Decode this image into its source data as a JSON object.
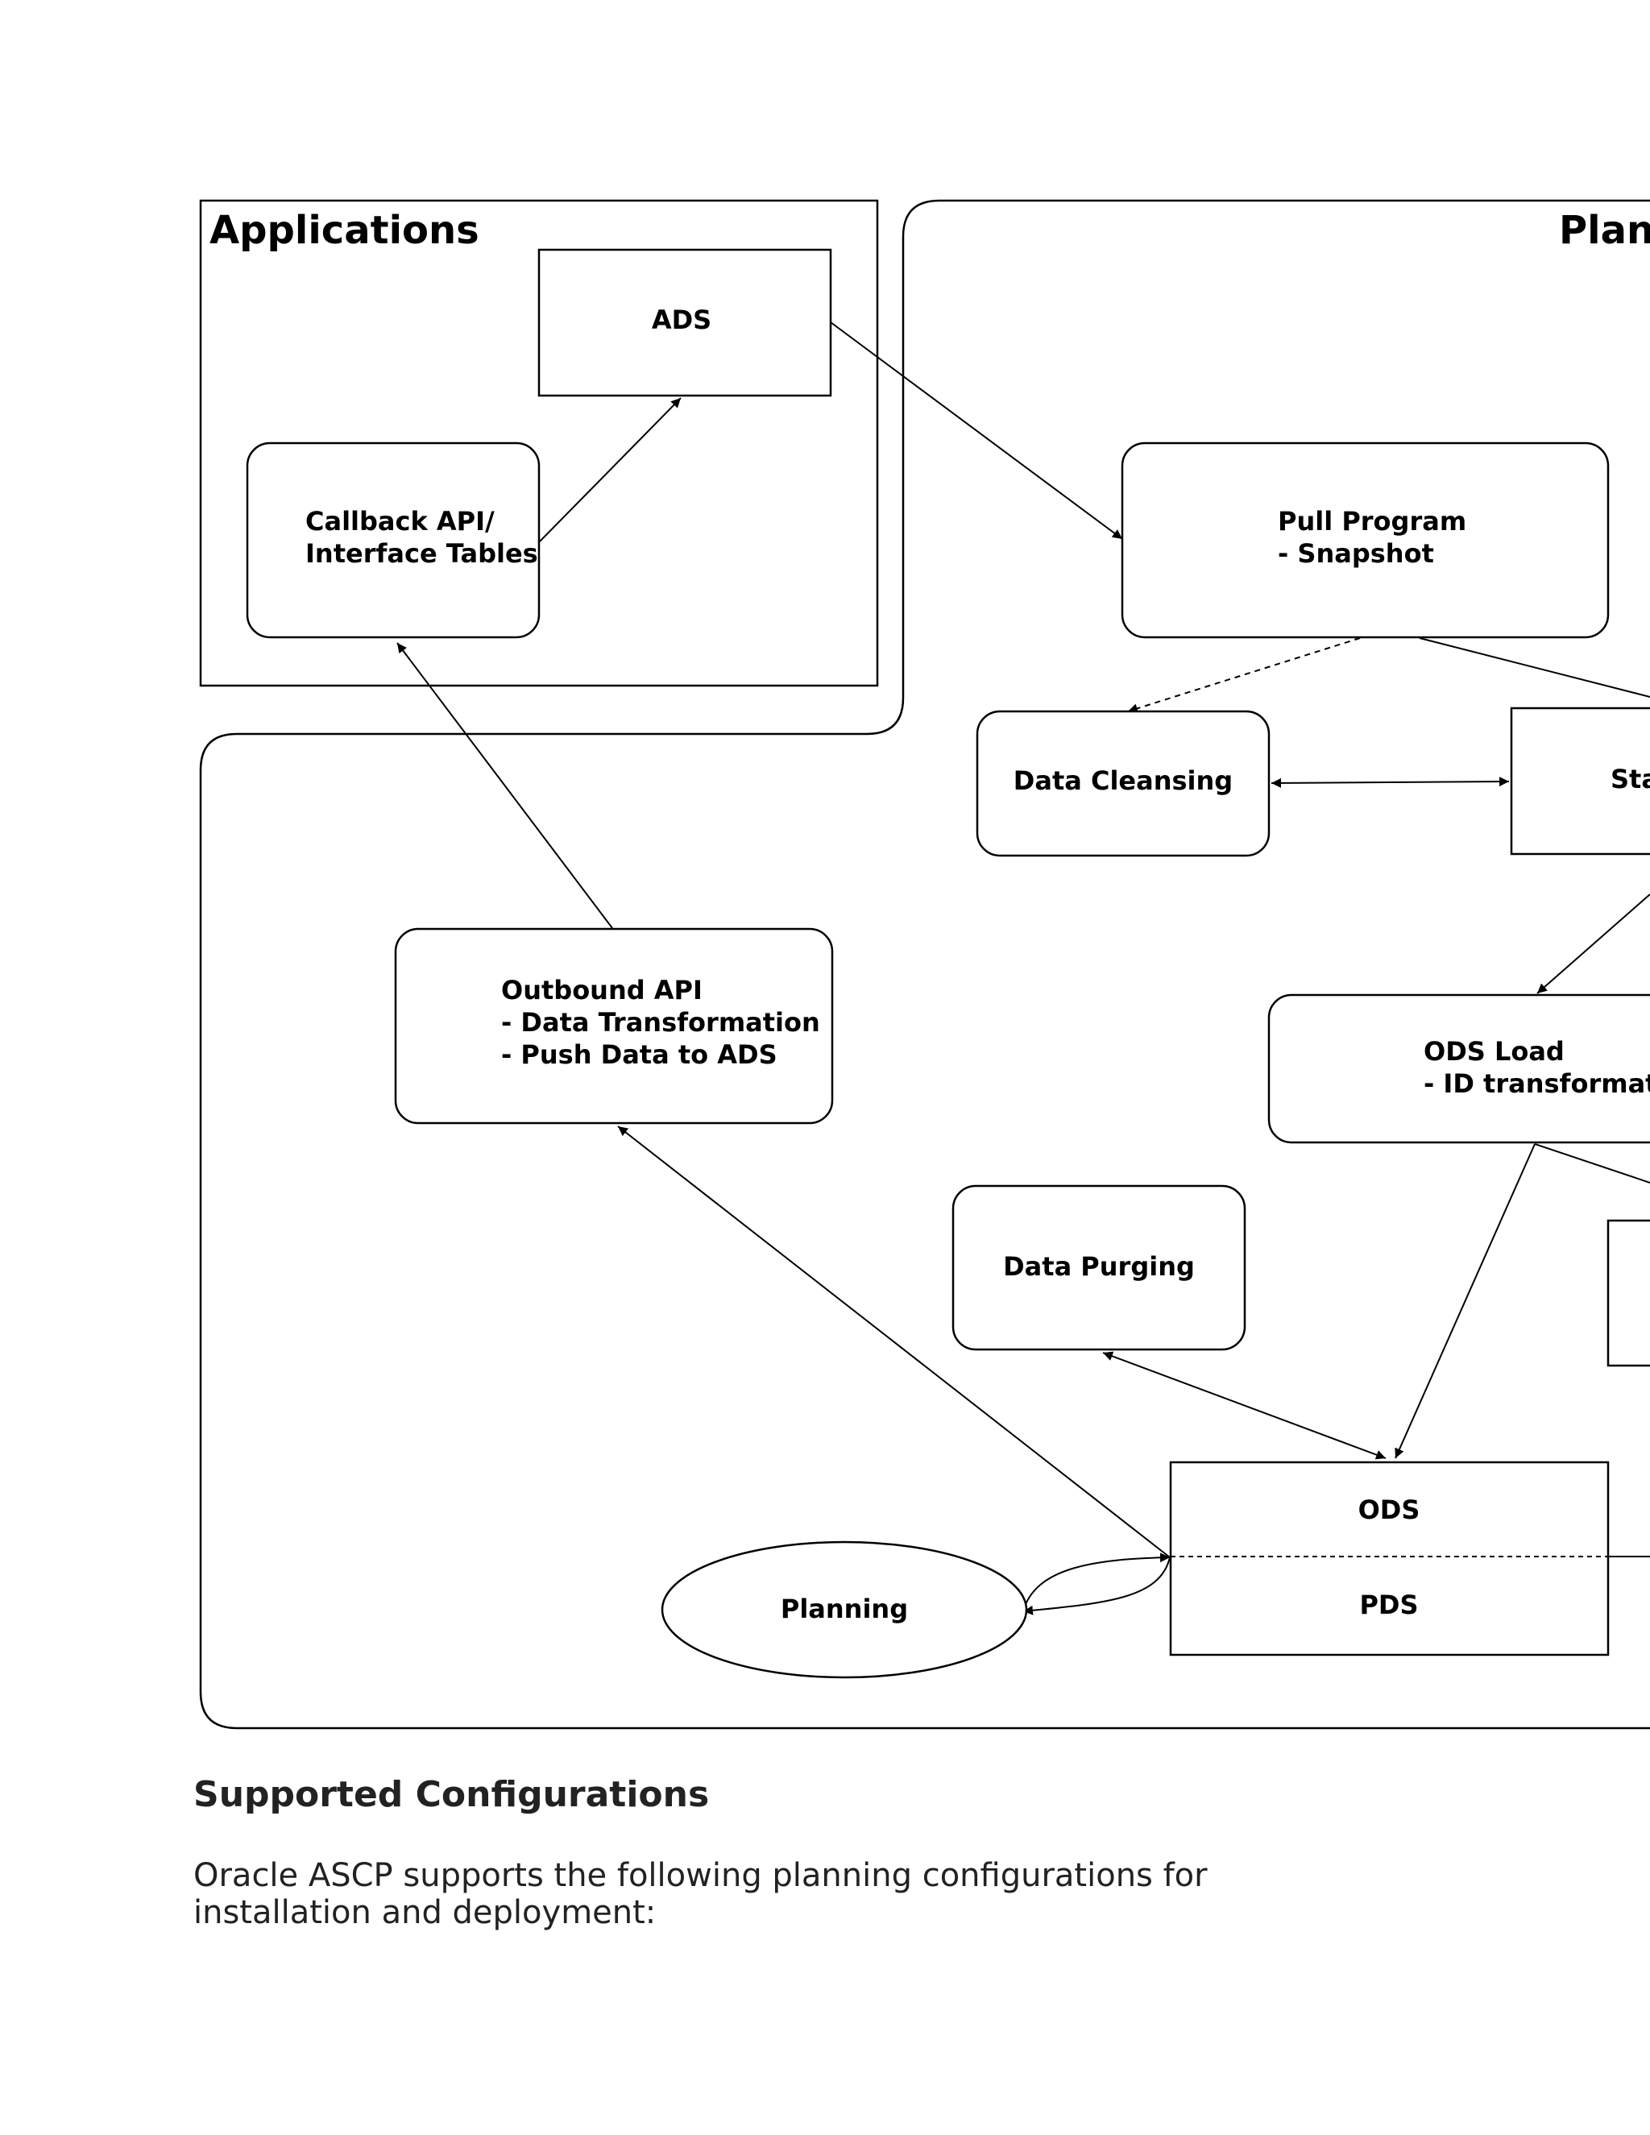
{
  "diagram": {
    "groups": {
      "applications": "Applications",
      "planning": "Plann"
    },
    "nodes": {
      "ads": "ADS",
      "callback": [
        "Callback API/",
        "Interface Tables"
      ],
      "pull_program": [
        "Pull Program",
        "- Snapshot"
      ],
      "data_cleansing": "Data Cleansing",
      "staging": "Sta",
      "outbound_api": [
        "Outbound API",
        "- Data Transformation",
        "- Push Data to ADS"
      ],
      "ods_load": [
        "ODS Load",
        "- ID transformatior"
      ],
      "data_purging": "Data Purging",
      "ods": "ODS",
      "pds": "PDS",
      "planning": "Planning"
    }
  },
  "section": {
    "heading": "Supported Configurations",
    "paragraph": "Oracle ASCP supports the following planning configurations for installation and deployment:"
  }
}
